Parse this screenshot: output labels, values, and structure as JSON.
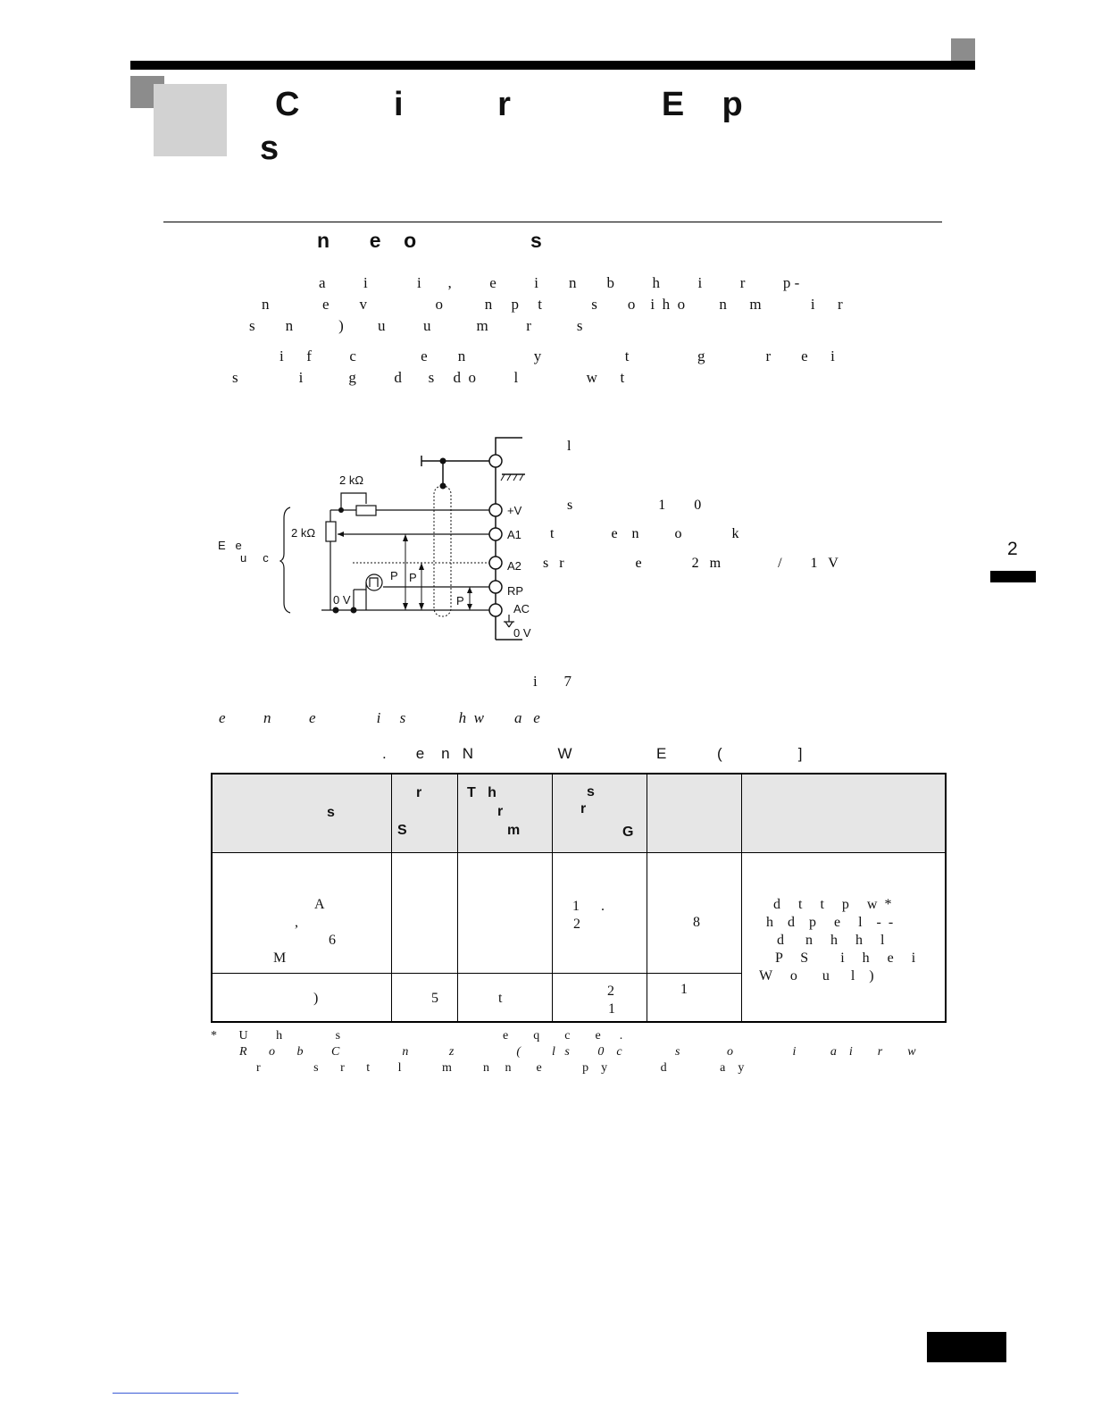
{
  "header": {
    "title_line1": "C          i          r                E    p",
    "title_line2": "s"
  },
  "section": {
    "title": "n       e    o                    s"
  },
  "paragraphs": [
    "a          i             i       ,          e          i        n        b          h          i          r          p -",
    "n              e        v                  o           n     p     t             s        o    i  h  o         n      m             i      r",
    "s        n            )         u          u            m          r            s",
    "i      f          c                 e        n                  y                      t                  g                r        e      i",
    "s                i            g          d       s     d  o          l                  w      t"
  ],
  "circuit": {
    "resistor_top": "2 kΩ",
    "resistor_left": "2 kΩ",
    "left_label_line1": "E   e",
    "left_label_line2": "u     c",
    "terminals": [
      "+V",
      "A1",
      "A2",
      "RP",
      "AC"
    ],
    "zero_v_left": "0 V",
    "zero_v_bottom": "0 V",
    "pulse_label_1": "P",
    "pulse_label_2": "P",
    "pulse_label_3": "P",
    "note_1": "l",
    "note_2": "s                        1        0",
    "note_3": "t                e    n          o              k",
    "note_4": "s   r                    e              2   m                /        1   V"
  },
  "caption": "i       7",
  "line_after_figure": "e          n          e                i     s              h  w        a   e",
  "table_caption": ".       e    n   N                    W                    E            (                  ]",
  "table": {
    "headers": [
      {
        "l1": "",
        "l2": "s",
        "l3": ""
      },
      {
        "l1": "r",
        "l2": "",
        "l3": "S"
      },
      {
        "l1": "T   h",
        "l2": "r",
        "l3": "m"
      },
      {
        "l1": "s",
        "l2": "r",
        "l3": "G"
      },
      {
        "l1": "",
        "l2": "",
        "l3": ""
      },
      {
        "l1": "",
        "l2": "",
        "l3": ""
      }
    ],
    "row1_col1": [
      "A",
      ",",
      "6",
      "M"
    ],
    "row1_col4": [
      "1      .",
      "2"
    ],
    "row1_col5": "8",
    "notes_col": [
      "d     t     t     p     w  *",
      "h    d    p     e     l    -  -",
      "d      n     h     h     l",
      "P     S         i     h     e     i",
      "W     o       u      l    )"
    ],
    "row2_col1": ")",
    "row2_col2": "5",
    "row2_col3": "t",
    "row2_col4": [
      "2",
      "1"
    ],
    "row2_col5": "1"
  },
  "footnotes": [
    "*       U         h                 s                                                    e        q        c        e      .",
    "R       o       b         C                    n             z                    (          l   s         0    c                 s               o                   i           a    i        r        w",
    "r                 s       r       t         l             m          n     n        e             p    y                 d                 a    y"
  ],
  "side": {
    "chapter_number": "2"
  }
}
